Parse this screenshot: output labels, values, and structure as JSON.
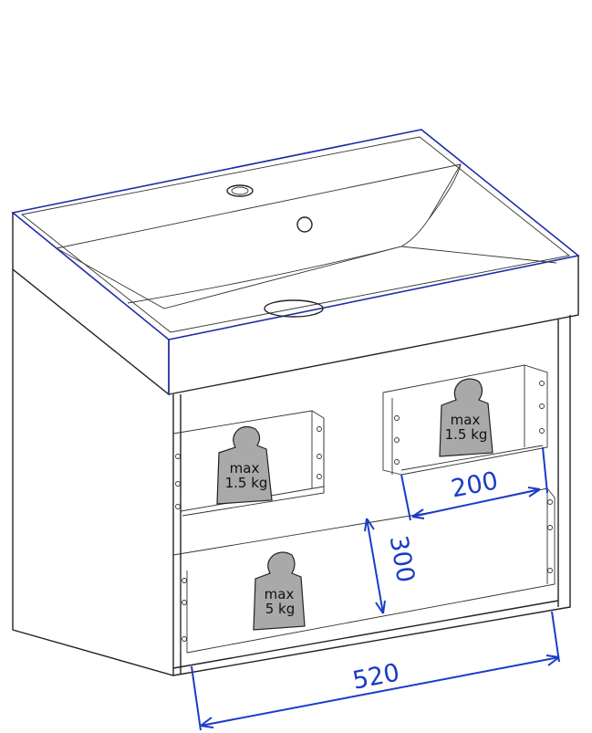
{
  "weights": [
    {
      "line1": "max",
      "line2": "1.5 kg"
    },
    {
      "line1": "max",
      "line2": "1.5 kg"
    },
    {
      "line1": "max",
      "line2": "5 kg"
    }
  ],
  "dimensions": {
    "drawer_depth": "200",
    "drawer_height": "300",
    "width": "520"
  },
  "colors": {
    "dimension": "#1a3cc8",
    "outline": "#222222",
    "weight_fill": "#a9a9a9"
  }
}
